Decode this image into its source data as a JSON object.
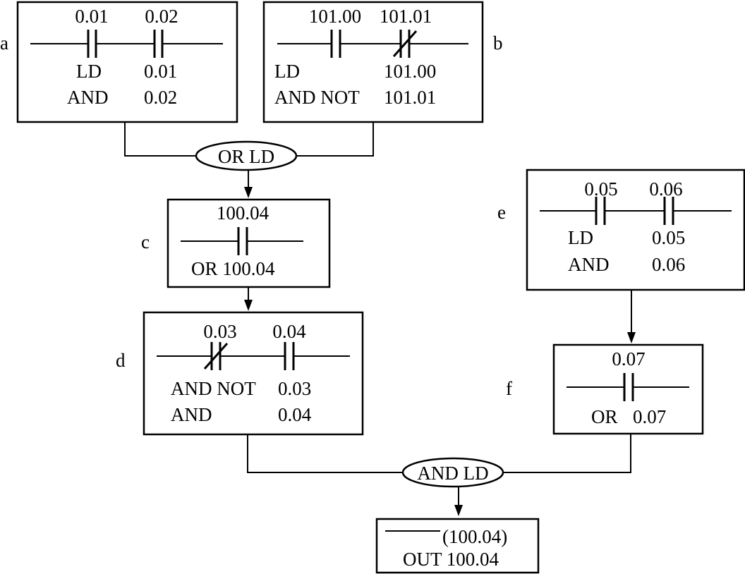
{
  "blocks": {
    "a": {
      "tag": "a",
      "contact1_addr": "0.01",
      "contact2_addr": "0.02",
      "line1_op": "LD",
      "line1_addr": "0.01",
      "line2_op": "AND",
      "line2_addr": "0.02"
    },
    "b": {
      "tag": "b",
      "contact1_addr": "101.00",
      "contact2_addr": "101.01",
      "line1_op": "LD",
      "line1_addr": "101.00",
      "line2_op": "AND NOT",
      "line2_addr": "101.01"
    },
    "c": {
      "tag": "c",
      "contact1_addr": "100.04",
      "line1": "OR 100.04"
    },
    "d": {
      "tag": "d",
      "contact1_addr": "0.03",
      "contact2_addr": "0.04",
      "line1_op": "AND NOT",
      "line1_addr": "0.03",
      "line2_op": "AND",
      "line2_addr": "0.04"
    },
    "e": {
      "tag": "e",
      "contact1_addr": "0.05",
      "contact2_addr": "0.06",
      "line1_op": "LD",
      "line1_addr": "0.05",
      "line2_op": "AND",
      "line2_addr": "0.06"
    },
    "f": {
      "tag": "f",
      "contact1_addr": "0.07",
      "line1_op": "OR",
      "line1_addr": "0.07"
    },
    "out": {
      "coil_label": "(100.04)",
      "line1": "OUT 100.04"
    }
  },
  "operations": {
    "or_ld": "OR LD",
    "and_ld": "AND LD"
  }
}
